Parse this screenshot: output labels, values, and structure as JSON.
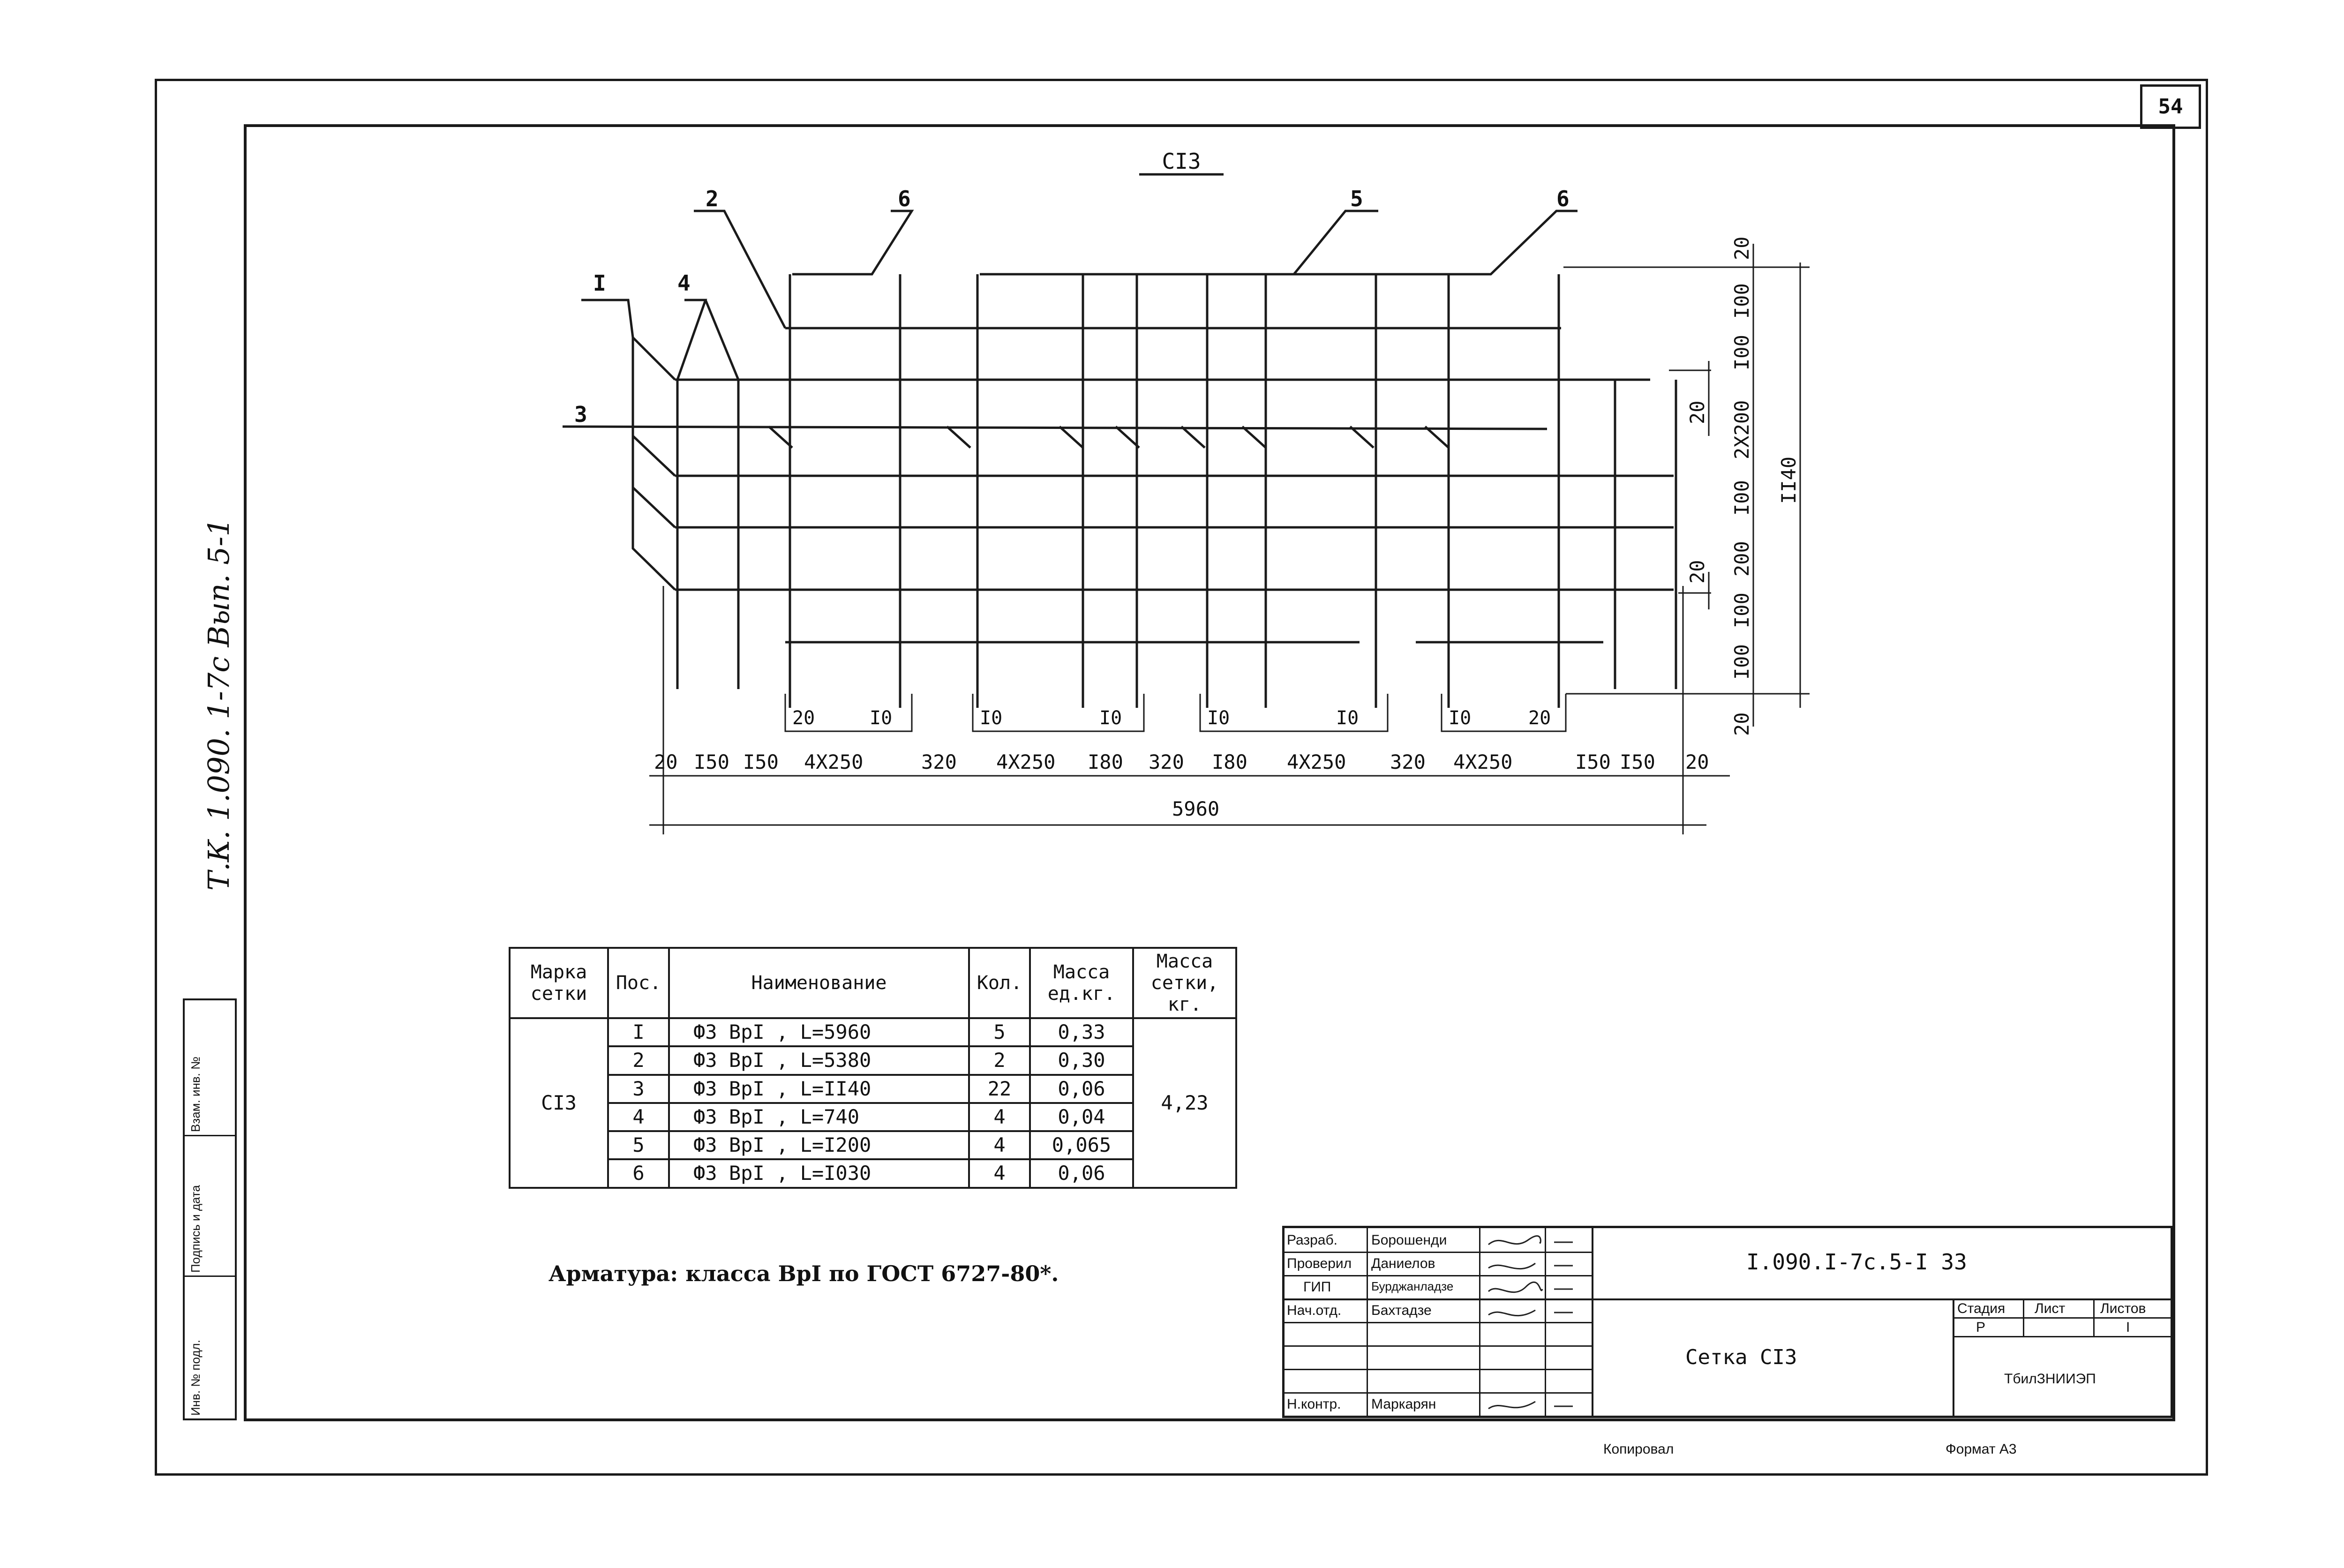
{
  "sheet_number": "54",
  "side_note": "Т.К. 1.090. 1-7с Вып. 5-1",
  "left_stamp": [
    "Инв. № подл.",
    "Подпись и дата",
    "Взам. инв. №"
  ],
  "drawing": {
    "title": "СI3",
    "position_labels": [
      "I",
      "4",
      "2",
      "6",
      "5",
      "6",
      "3"
    ],
    "bottom_dims": [
      "20",
      "I50",
      "I50",
      "4X250",
      "320",
      "4X250",
      "I80",
      "320",
      "I80",
      "4X250",
      "320",
      "4X250",
      "I50",
      "I50",
      "20"
    ],
    "small_dims": [
      "20",
      "I0",
      "I0",
      "I0",
      "I0",
      "I0",
      "I0",
      "20"
    ],
    "total_width": "5960",
    "right_dims": [
      "20",
      "I00",
      "I00",
      "2X200",
      "I00",
      "200",
      "I00",
      "I00",
      "20"
    ],
    "right_small": [
      "20",
      "20"
    ],
    "total_height": "II40"
  },
  "spec_table": {
    "headers": [
      "Марка сетки",
      "Пос.",
      "Наименование",
      "Кол.",
      "Масса ед.кг.",
      "Масса сетки, кг."
    ],
    "mark": "СI3",
    "total_mass": "4,23",
    "rows": [
      {
        "pos": "I",
        "name": "Ф3 ВрI , L=5960",
        "qty": "5",
        "mass": "0,33"
      },
      {
        "pos": "2",
        "name": "Ф3 ВрI , L=5380",
        "qty": "2",
        "mass": "0,30"
      },
      {
        "pos": "3",
        "name": "Ф3 ВрI , L=II40",
        "qty": "22",
        "mass": "0,06"
      },
      {
        "pos": "4",
        "name": "Ф3 ВрI , L=740",
        "qty": "4",
        "mass": "0,04"
      },
      {
        "pos": "5",
        "name": "Ф3 ВрI , L=I200",
        "qty": "4",
        "mass": "0,065"
      },
      {
        "pos": "6",
        "name": "Ф3 ВрI , L=I030",
        "qty": "4",
        "mass": "0,06"
      }
    ]
  },
  "note": "Арматура: класса ВрI по ГОСТ 6727-80*.",
  "title_block": {
    "code": "I.090.I-7c.5-I 33",
    "roles": [
      "Разраб.",
      "Проверил",
      "ГИП",
      "Нач.отд.",
      "",
      "",
      "Н.контр."
    ],
    "names": [
      "Борошенди",
      "Даниелов",
      "Бурджанладзе",
      "Бахтадзе",
      "",
      "",
      "Маркарян"
    ],
    "sheet_name": "Сетка СI3",
    "stage_header": "Стадия",
    "sheet_header": "Лист",
    "sheets_header": "Листов",
    "stage": "Р",
    "sheets": "I",
    "org": "ТбилЗНИИЭП"
  },
  "copied": "Копировал",
  "format": "Формат А3"
}
